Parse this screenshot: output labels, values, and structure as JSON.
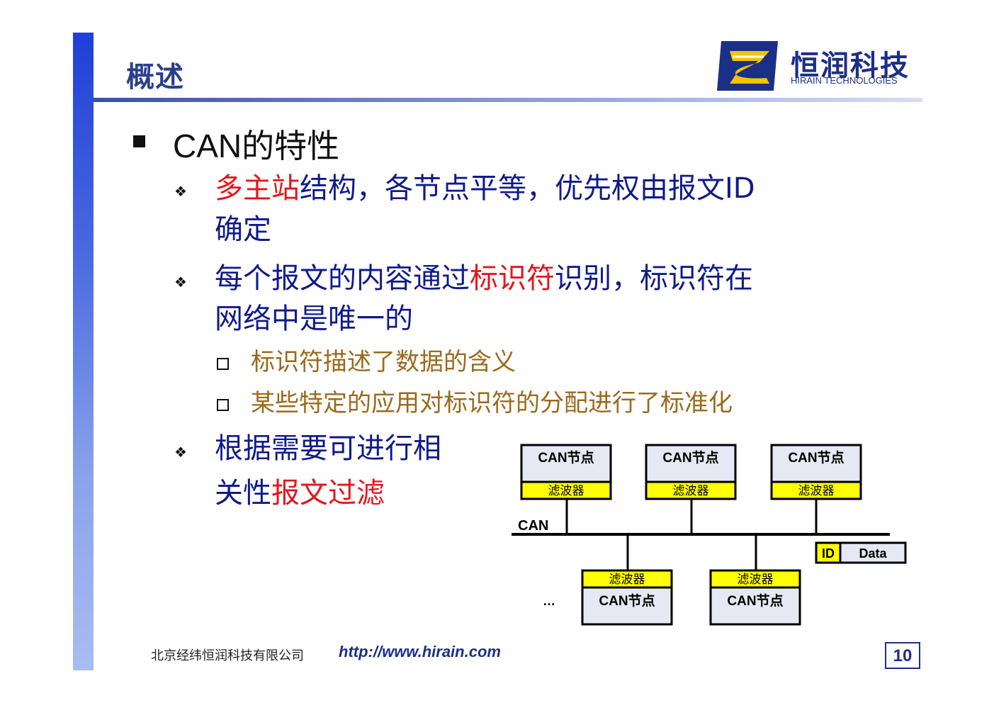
{
  "header": {
    "title": "概述",
    "logo_cn": "恒润科技",
    "logo_en": "HIRAIN TECHNOLOGIES",
    "accent_color": "#1f3fd8"
  },
  "heading": "CAN的特性",
  "bullets": [
    {
      "lines": [
        {
          "segments": [
            {
              "text": "多主站",
              "color": "red"
            },
            {
              "text": "结构，各节点平等，优先权由报文ID",
              "color": "blue"
            }
          ]
        },
        {
          "segments": [
            {
              "text": "确定",
              "color": "blue"
            }
          ]
        }
      ]
    },
    {
      "lines": [
        {
          "segments": [
            {
              "text": "每个报文的内容通过",
              "color": "blue"
            },
            {
              "text": "标识符",
              "color": "red"
            },
            {
              "text": "识别，标识符在",
              "color": "blue"
            }
          ]
        },
        {
          "segments": [
            {
              "text": "网络中是唯一的",
              "color": "blue"
            }
          ]
        }
      ],
      "subs": [
        "标识符描述了数据的含义",
        "某些特定的应用对标识符的分配进行了标准化"
      ]
    },
    {
      "lines": [
        {
          "segments": [
            {
              "text": "根据需要可进行相",
              "color": "blue"
            }
          ]
        },
        {
          "segments": [
            {
              "text": "关性",
              "color": "blue"
            },
            {
              "text": "报文过滤",
              "color": "red"
            }
          ]
        }
      ]
    }
  ],
  "diagram": {
    "node_label": "CAN节点",
    "filter_label": "滤波器",
    "bus_label": "CAN",
    "frame_id": "ID",
    "frame_data": "Data",
    "ellipsis": "…",
    "filter_color": "#ffff00",
    "node_color": "#e6e8f3"
  },
  "footer": {
    "company": "北京经纬恒润科技有限公司",
    "url": "http://www.hirain.com",
    "page": "10"
  }
}
